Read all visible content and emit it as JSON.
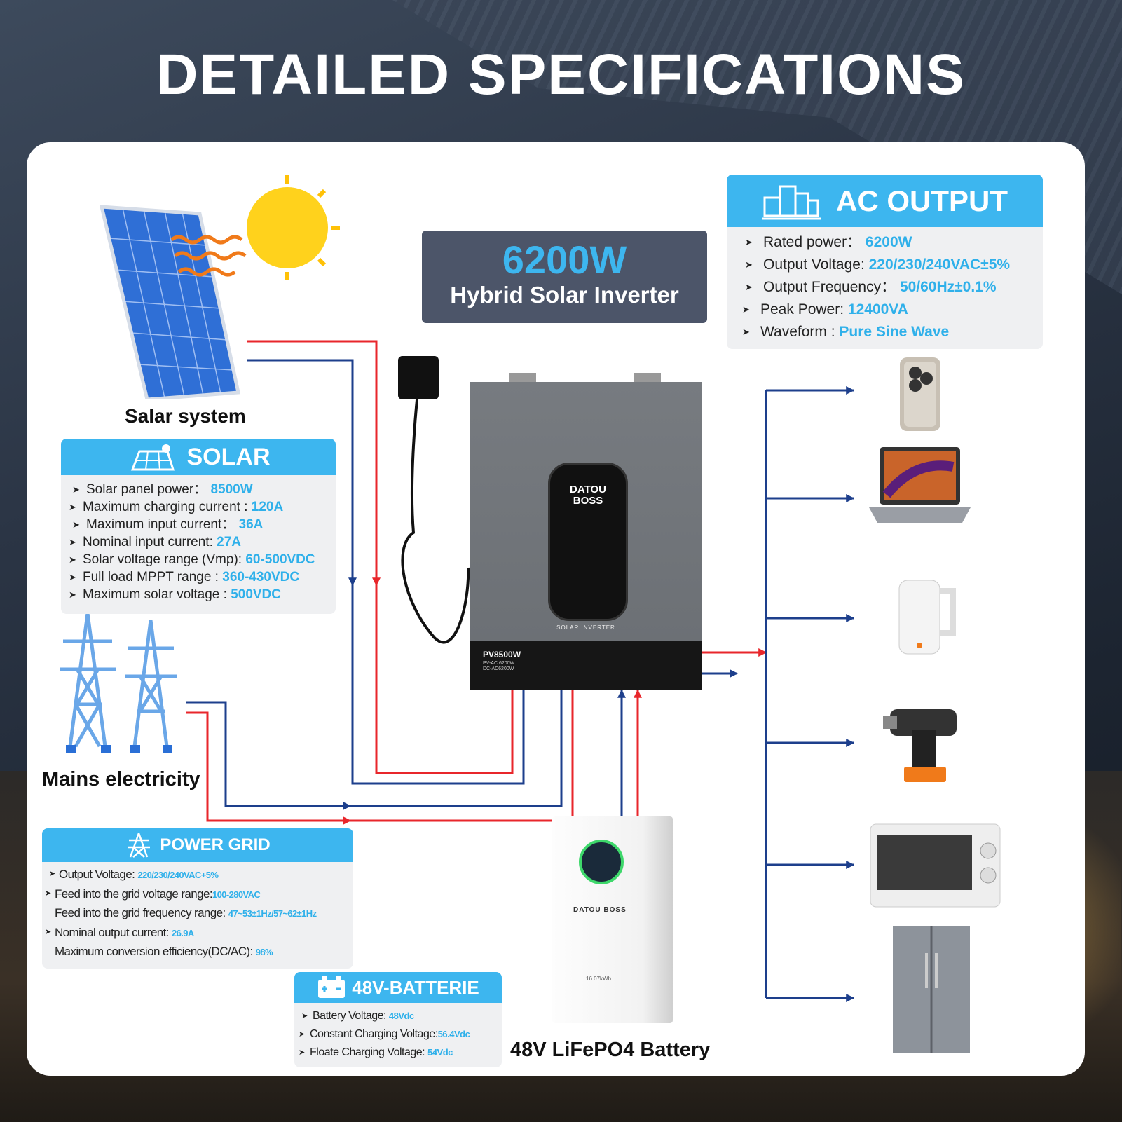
{
  "title": "DETAILED SPECIFICATIONS",
  "hybrid": {
    "watt": "6200W",
    "name": "Hybrid Solar Inverter"
  },
  "labels": {
    "solar_system": "Salar system",
    "mains": "Mains electricity",
    "battery": "48V LiFePO4 Battery"
  },
  "inverter": {
    "brand_line1": "DATOU",
    "brand_line2": "BOSS",
    "model": "PV8500W",
    "sub1": "PV-AC 6200W",
    "sub2": "DC-AC6200W",
    "caption": "SOLAR INVERTER"
  },
  "battery_unit": {
    "brand": "DATOU BOSS",
    "capacity": "16.07kWh"
  },
  "solar": {
    "header": "SOLAR",
    "items": [
      {
        "label": "Solar panel power： ",
        "value": "8500W"
      },
      {
        "label": "Maximum charging current : ",
        "value": "120A"
      },
      {
        "label": "Maximum input current： ",
        "value": "36A"
      },
      {
        "label": "Nominal input current: ",
        "value": "27A"
      },
      {
        "label": "Solar voltage range (Vmp): ",
        "value": "60-500VDC"
      },
      {
        "label": "Full load MPPT range : ",
        "value": "360-430VDC"
      },
      {
        "label": "Maximum solar voltage : ",
        "value": "500VDC"
      }
    ]
  },
  "ac_output": {
    "header": "AC OUTPUT",
    "items": [
      {
        "label": "Rated power： ",
        "value": "6200W"
      },
      {
        "label": "Output Voltage: ",
        "value": "220/230/240VAC±5%"
      },
      {
        "label": "Output Frequency： ",
        "value": "50/60Hz±0.1%"
      },
      {
        "label": "Peak Power: ",
        "value": "12400VA"
      },
      {
        "label": "Waveform : ",
        "value": "Pure Sine Wave"
      }
    ]
  },
  "power_grid": {
    "header": "POWER GRID",
    "items": [
      {
        "label": "Output Voltage: ",
        "value": "220/230/240VAC+5%"
      },
      {
        "label": "Feed into the grid voltage range:",
        "value": "100-280VAC"
      },
      {
        "label": "Feed into the grid frequency range: ",
        "value": "47~53±1Hz/57~62±1Hz"
      },
      {
        "label": "Nominal output current: ",
        "value": "26.9A"
      },
      {
        "label": "Maximum conversion efficiency(DC/AC): ",
        "value": "98%"
      }
    ]
  },
  "batterie": {
    "header": "48V-BATTERIE",
    "items": [
      {
        "label": "Battery Voltage: ",
        "value": "48Vdc"
      },
      {
        "label": "Constant Charging Voltage:",
        "value": "56.4Vdc"
      },
      {
        "label": "Floate Charging Voltage: ",
        "value": "54Vdc"
      }
    ]
  },
  "colors": {
    "accent": "#3db6ef",
    "line_red": "#e8262b",
    "line_blue": "#1d3f8c",
    "hybrid_bg": "#4c5569"
  }
}
